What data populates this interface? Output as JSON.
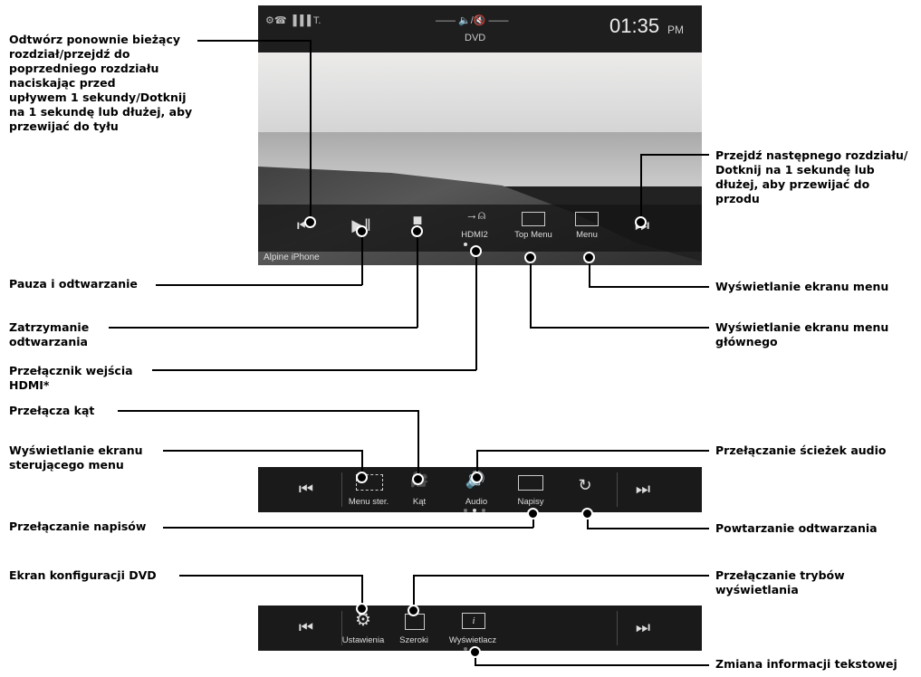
{
  "screen": {
    "status_icons": "⚙☎ ▐▐▐ T.",
    "center_status": "—— 🔈/🔇 ——",
    "source": "DVD",
    "time": "01:35",
    "ampm": "PM",
    "device_name": "Alpine iPhone",
    "controls": {
      "prev_icon": "⏮",
      "play_pause_icon": "▶‖",
      "stop_icon": "■",
      "hdmi_label": "HDMI2",
      "top_menu_label": "Top Menu",
      "menu_label": "Menu",
      "next_icon": "⏭"
    }
  },
  "panel2": {
    "prev_icon": "⏮",
    "menu_ster_label": "Menu ster.",
    "kat_label": "Kąt",
    "audio_label": "Audio",
    "napisy_label": "Napisy",
    "repeat_icon": "↻",
    "next_icon": "⏭"
  },
  "panel3": {
    "prev_icon": "⏮",
    "ustawienia_label": "Ustawienia",
    "szeroki_label": "Szeroki",
    "wyswietlacz_label": "Wyświetlacz",
    "info_icon": "i",
    "next_icon": "⏭"
  },
  "callouts": {
    "prev": "Odtwórz ponownie bieżący\nrozdział/przejdź do\npoprzedniego rozdziału\nnaciskając przed\nupływem 1 sekundy/Dotknij\nna 1 sekundę lub dłużej, aby\nprzewijać do tyłu",
    "next": "Przejdź następnego rozdziału/\nDotknij na 1 sekundę lub\ndłużej, aby przewijać do\nprzodu",
    "pause": "Pauza i odtwarzanie",
    "menu": "Wyświetlanie ekranu menu",
    "stop": "Zatrzymanie\nodtwarzania",
    "top_menu": "Wyświetlanie ekranu menu\ngłównego",
    "hdmi": "Przełącznik wejścia\nHDMI*",
    "angle": "Przełącza kąt",
    "control_menu": "Wyświetlanie ekranu\nsterującego menu",
    "audio": "Przełączanie ścieżek audio",
    "subtitles": "Przełączanie napisów",
    "repeat": "Powtarzanie odtwarzania",
    "dvd_setup": "Ekran konfiguracji DVD",
    "display_mode": "Przełączanie trybów\nwyświetlania",
    "text_info": "Zmiana informacji tekstowej"
  }
}
